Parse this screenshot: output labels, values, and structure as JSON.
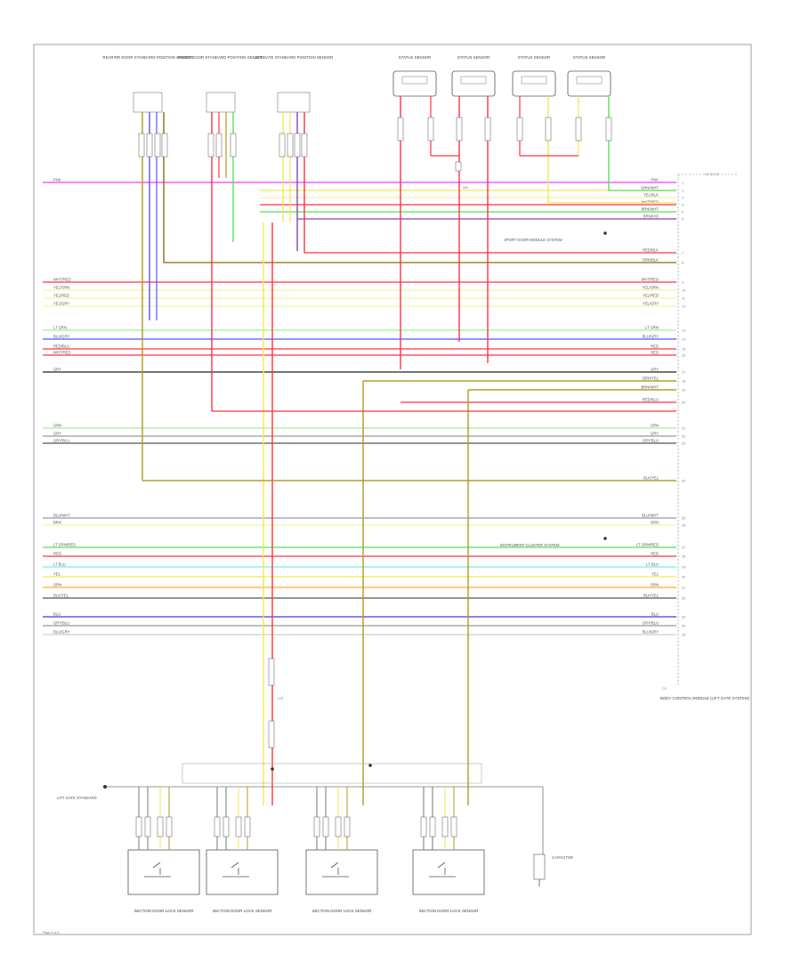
{
  "page": {
    "page_number": "Page 4 of 4"
  },
  "colors": {
    "pink": "#ff33ff",
    "red": "#ff3344",
    "yellow": "#f2e655",
    "ltyellow": "#f7f0a8",
    "green": "#55e05a",
    "ltgreen": "#9af58a",
    "blue": "#5555ff",
    "navy": "#3b3bd6",
    "ltblue": "#9fe0ff",
    "cyan": "#7fe8f0",
    "orange": "#ffaa33",
    "brown": "#8a6a10",
    "olive": "#b49a1e",
    "gray": "#999999",
    "dkgray": "#555555",
    "black": "#222222",
    "violet": "#8844aa",
    "ltgray": "#cfcfcf"
  },
  "labels": {
    "rear_door_title": "REAR/RR DOOR STANDARD POSITION SENSOR",
    "front_door_title": "FRONT DOOR STANDARD POSITION SENSOR",
    "lift_gate_title": "LIFT GATE STANDARD POSITION SENSOR",
    "sensor_a": "STATUS SENSOR",
    "sensor_b": "STATUS SENSOR",
    "sensor_c": "STATUS SENSOR",
    "sensor_d": "STATUS SENSOR",
    "connector_top": "C1 C2 C3",
    "tag_upper": "SPORT DOOR MODULE SYSTEM",
    "tag_lower": "INSTRUMENT CLUSTER SYSTEM",
    "module_name": "BODY CONTROL MODULE (LIFT GATE SYSTEM)",
    "module_pin": "C3",
    "lift_gate_left": "LIFT GATE STANDARD",
    "bottom_sensor_1": "SECTION DOOR LOCK SENSOR",
    "bottom_sensor_2": "SECTION DOOR LOCK SENSOR",
    "bottom_sensor_3": "SECTION DOOR LOCK SENSOR",
    "bottom_sensor_4": "SECTION DOOR LOCK SENSOR",
    "capacitor": "CAPACITOR",
    "splice_1": "A/B",
    "splice_2": "C/D"
  },
  "wires": [
    {
      "name": "wire-pink-top",
      "color": "pink",
      "label_left": "PNK",
      "label_right": "PNK",
      "pin": "1"
    },
    {
      "name": "wire-yel-1",
      "color": "yellow",
      "label_left": "",
      "label_right": "GRN/WHT",
      "pin": "2"
    },
    {
      "name": "wire-yel-2",
      "color": "ltyellow",
      "label_left": "",
      "label_right": "YEL/BLK",
      "pin": "3"
    },
    {
      "name": "wire-red-1",
      "color": "red",
      "label_left": "",
      "label_right": "WHT/RED",
      "pin": "4"
    },
    {
      "name": "wire-grn-1",
      "color": "green",
      "label_left": "",
      "label_right": "BRN/WHT",
      "pin": "5"
    },
    {
      "name": "wire-vio-1",
      "color": "violet",
      "label_left": "",
      "label_right": "BRN/VIO",
      "pin": "6"
    },
    {
      "name": "wire-red-2",
      "color": "red",
      "label_left": "",
      "label_right": "RED/BLK",
      "pin": "7"
    },
    {
      "name": "wire-brn-1",
      "color": "brown",
      "label_left": "",
      "label_right": "ORN/BLK",
      "pin": "8"
    },
    {
      "name": "wire-red-3",
      "color": "red",
      "label_left": "WHT/RED",
      "label_right": "WHT/RED",
      "pin": "9"
    },
    {
      "name": "wire-yel-3",
      "color": "ltyellow",
      "label_left": "YEL/ORN",
      "label_right": "YEL/ORN",
      "pin": "10"
    },
    {
      "name": "wire-yel-4",
      "color": "ltyellow",
      "label_left": "YEL/RED",
      "label_right": "YEL/RED",
      "pin": "11"
    },
    {
      "name": "wire-yel-5",
      "color": "ltyellow",
      "label_left": "YEL/GRY",
      "label_right": "YEL/GRY",
      "pin": "12"
    },
    {
      "name": "wire-grn-2",
      "color": "ltgreen",
      "label_left": "LT GRN",
      "label_right": "LT GRN",
      "pin": "13"
    },
    {
      "name": "wire-blu-1",
      "color": "blue",
      "label_left": "BLU/GRY",
      "label_right": "BLU/GRY",
      "pin": "14"
    },
    {
      "name": "wire-red-4",
      "color": "red",
      "label_left": "RED/BLU",
      "label_right": "RED",
      "pin": "15"
    },
    {
      "name": "wire-red-5",
      "color": "red",
      "label_left": "WHT/RED",
      "label_right": "RED",
      "pin": "16"
    },
    {
      "name": "wire-blk-1",
      "color": "black",
      "label_left": "GRY",
      "label_right": "GRY",
      "pin": "17"
    },
    {
      "name": "wire-brn-2",
      "color": "olive",
      "label_left": "",
      "label_right": "BRN/YEL",
      "pin": "18"
    },
    {
      "name": "wire-brn-3",
      "color": "olive",
      "label_left": "",
      "label_right": "BRN/WHT",
      "pin": "19"
    },
    {
      "name": "wire-red-6",
      "color": "red",
      "label_left": "",
      "label_right": "RED/BLU",
      "pin": "20"
    },
    {
      "name": "wire-grn-3",
      "color": "ltgreen",
      "label_left": "GRN",
      "label_right": "GRN",
      "pin": "21"
    },
    {
      "name": "wire-gry-1",
      "color": "gray",
      "label_left": "GRY",
      "label_right": "GRY",
      "pin": "22"
    },
    {
      "name": "wire-gry-2",
      "color": "dkgray",
      "label_left": "GRY/BLU",
      "label_right": "GRY/BLU",
      "pin": "23"
    },
    {
      "name": "wire-olv-1",
      "color": "olive",
      "label_left": "",
      "label_right": "BLK/YEL",
      "pin": "24"
    },
    {
      "name": "wire-gry-3",
      "color": "gray",
      "label_left": "BLU/WHT",
      "label_right": "BLU/WHT",
      "pin": "25"
    },
    {
      "name": "wire-tan-1",
      "color": "ltyellow",
      "label_left": "BRN",
      "label_right": "BRN",
      "pin": "26"
    },
    {
      "name": "wire-grn-4",
      "color": "green",
      "label_left": "LT GRN/RED",
      "label_right": "LT GRN/RED",
      "pin": "27"
    },
    {
      "name": "wire-red-7",
      "color": "red",
      "label_left": "RED",
      "label_right": "RED",
      "pin": "28"
    },
    {
      "name": "wire-cyn-1",
      "color": "cyan",
      "label_left": "LT BLU",
      "label_right": "LT BLU",
      "pin": "29"
    },
    {
      "name": "wire-yel-6",
      "color": "yellow",
      "label_left": "YEL",
      "label_right": "YEL",
      "pin": "30"
    },
    {
      "name": "wire-org-1",
      "color": "orange",
      "label_left": "ORN",
      "label_right": "ORN",
      "pin": "31"
    },
    {
      "name": "wire-gry-4",
      "color": "dkgray",
      "label_left": "BLK/YEL",
      "label_right": "BLK/YEL",
      "pin": "32"
    },
    {
      "name": "wire-blu-2",
      "color": "navy",
      "label_left": "BLU",
      "label_right": "BLU",
      "pin": "33"
    },
    {
      "name": "wire-gry-5",
      "color": "gray",
      "label_left": "GRY/BLU",
      "label_right": "GRY/BLU",
      "pin": "34"
    },
    {
      "name": "wire-gry-6",
      "color": "ltgray",
      "label_left": "BLU/GRY",
      "label_right": "BLU/GRY",
      "pin": "35"
    }
  ]
}
